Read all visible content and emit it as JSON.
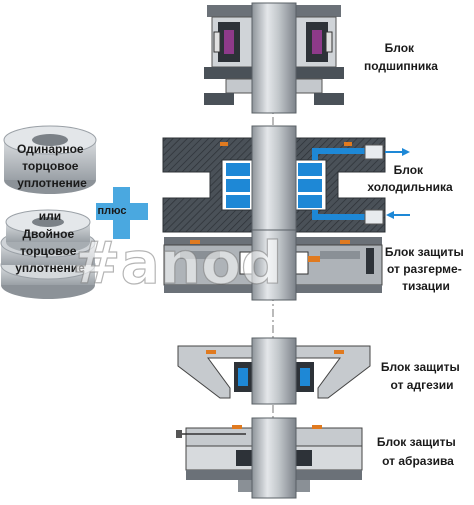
{
  "labels": {
    "bearing": [
      "Блок",
      "подшипника"
    ],
    "cooler": [
      "Блок",
      "холодильника"
    ],
    "demag": [
      "Блок защиты",
      "от разгерме-",
      "тизации"
    ],
    "adhesion": [
      "Блок защиты",
      "от адгезии"
    ],
    "abrasive": [
      "Блок защиты",
      "от абразива"
    ]
  },
  "left": {
    "single_seal": [
      "Одинарное",
      "торцовое",
      "уплотнение"
    ],
    "or": "или",
    "double_seal": [
      "Двойное",
      "торцовое",
      "уплотнение"
    ],
    "plus": "плюс"
  },
  "watermark": "#anod",
  "colors": {
    "housing": "#3d4349",
    "shaft": "#b9bec3",
    "blue_block": "#1e88d6",
    "plus_blue": "#4aa8e0",
    "orange": "#e07a1f",
    "gray_light": "#c8ccd0"
  }
}
